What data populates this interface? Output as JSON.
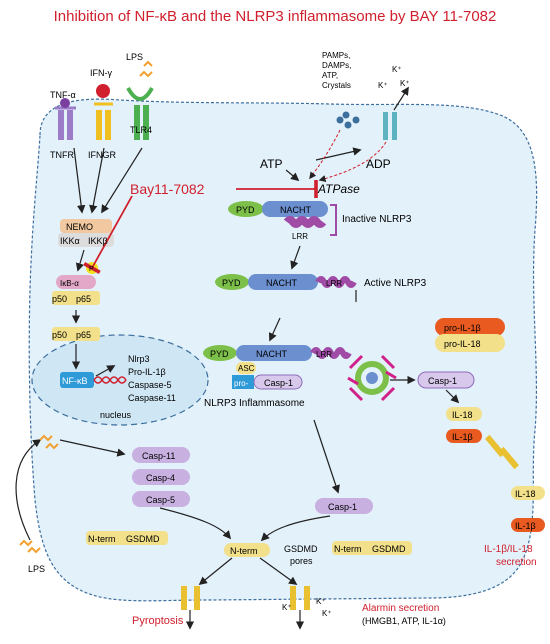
{
  "title": "Inhibition of NF-κB and the NLRP3 inflammasome by BAY 11-7082",
  "receptors": {
    "tnfa": "TNF-α",
    "ifng": "IFN-γ",
    "lps": "LPS",
    "tnfr": "TNFR",
    "ifngr": "IFNGR",
    "tlr4": "TLR4"
  },
  "danger": {
    "label_lines": [
      "PAMPs,",
      "DAMPs,",
      "ATP,",
      "Crystals"
    ],
    "k1": "K⁺",
    "k2": "K⁺",
    "k3": "K⁺"
  },
  "nfkb": {
    "nemo": "NEMO",
    "ikka": "IKKα",
    "ikkb": "IKKβ",
    "ikb": "IκB-α",
    "p": "P",
    "p50": "p50",
    "p65": "p65",
    "p50b": "p50",
    "p65b": "p65",
    "nfkb_box": "NF-κB",
    "genes": [
      "Nlrp3",
      "Pro-IL-1β",
      "Caspase-5",
      "Caspase-11"
    ],
    "nucleus": "nucleus"
  },
  "inhibitor": "Bay11-7082",
  "nlrp3": {
    "atp": "ATP",
    "adp": "ADP",
    "atpase": "ATPase",
    "pyd": "PYD",
    "nacht": "NACHT",
    "lrr": "LRR",
    "inactive": "Inactive NLRP3",
    "active": "Active NLRP3",
    "asc": "ASC",
    "pro": "pro-",
    "casp1": "Casp-1",
    "inflammasome": "NLRP3 Inflammasome"
  },
  "cytokines": {
    "pro_il1b": "pro-IL-1β",
    "pro_il18": "pro-IL-18",
    "casp1": "Casp-1",
    "il18": "IL-18",
    "il1b": "IL-1β",
    "il18_out": "IL-18",
    "il1b_out": "IL-1β",
    "secretion": "IL-1β/IL-18\nsecretion"
  },
  "noncanonical": {
    "casp11": "Casp-11",
    "casp4": "Casp-4",
    "casp5": "Casp-5",
    "casp1": "Casp-1",
    "nterm": "N-term",
    "gsdmd": "GSDMD",
    "nterm2": "N-term",
    "gsdmd2": "GSDMD",
    "nterm_pore": "N-term",
    "gsdmd_pores": "GSDMD\npores",
    "lps": "LPS"
  },
  "outcomes": {
    "pyroptosis": "Pyroptosis",
    "alarmin": "Alarmin secretion",
    "alarmin_sub": "(HMGB1, ATP, IL-1α)",
    "k1": "K⁺",
    "k2": "K⁺",
    "k3": "K⁺"
  },
  "colors": {
    "accent": "#d0202e",
    "cell_fill": "#e3f1fa",
    "membrane": "#3c6e9e",
    "pyd": "#7cc04a",
    "nacht": "#6b8fcf",
    "lrr": "#a04ca6",
    "casp": "#b89bd0",
    "gsdmd": "#f2e08a",
    "tlr4": "#4caf50",
    "ifngr": "#f0c020",
    "tnfr": "#9c7bc9"
  }
}
